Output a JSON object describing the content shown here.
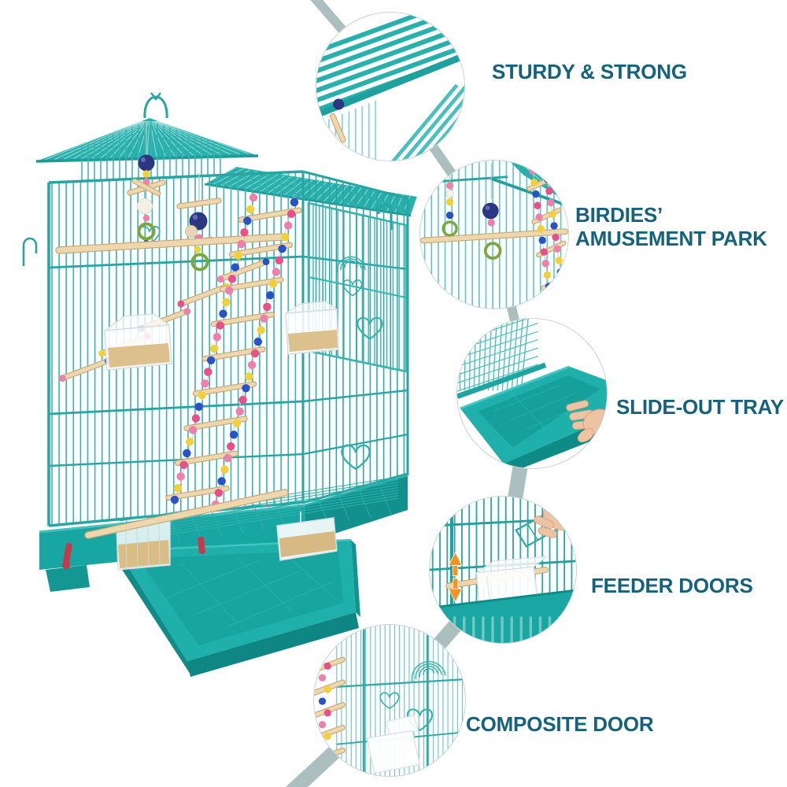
{
  "page": {
    "background": "#ffffff",
    "type": "product-feature-infographic"
  },
  "palette": {
    "wire": "#33b6b2",
    "wire_dark": "#27a5a2",
    "roof": "#28b0ac",
    "roof_edge": "#1d9b98",
    "base": "#18a6a2",
    "tray": "#1fb0ac",
    "tray_shadow": "#0e8a87",
    "label_text": "#14627b",
    "ribbon": "#abbfbe",
    "circle_border": "#cbd3d6",
    "wood": "#edd7ad",
    "wood_edge": "#c9a77a",
    "bead_pink": "#ef7fab",
    "bead_yellow": "#f2d03c",
    "bead_blue": "#2a52c7",
    "bead_crimson": "#e8508a",
    "ring_green": "#7aa83c",
    "toy_navy": "#2b3780",
    "clip_red": "#c5394b",
    "seed_tan": "#dcc18e",
    "hand_skin": "#eec3a3",
    "arrow_orange": "#f6921e"
  },
  "callouts": [
    {
      "id": "sturdy",
      "label": "STURDY & STRONG",
      "detail_icon": "roof-wires-closeup"
    },
    {
      "id": "amusement",
      "label": "BIRDIES’ AMUSEMENT PARK",
      "detail_icon": "hanging-toys-closeup"
    },
    {
      "id": "tray",
      "label": "SLIDE-OUT TRAY",
      "detail_icon": "slide-out-tray-closeup"
    },
    {
      "id": "feeder",
      "label": "FEEDER DOORS",
      "detail_icon": "feeder-door-closeup"
    },
    {
      "id": "door",
      "label": "COMPOSITE DOOR",
      "detail_icon": "front-door-closeup"
    }
  ]
}
